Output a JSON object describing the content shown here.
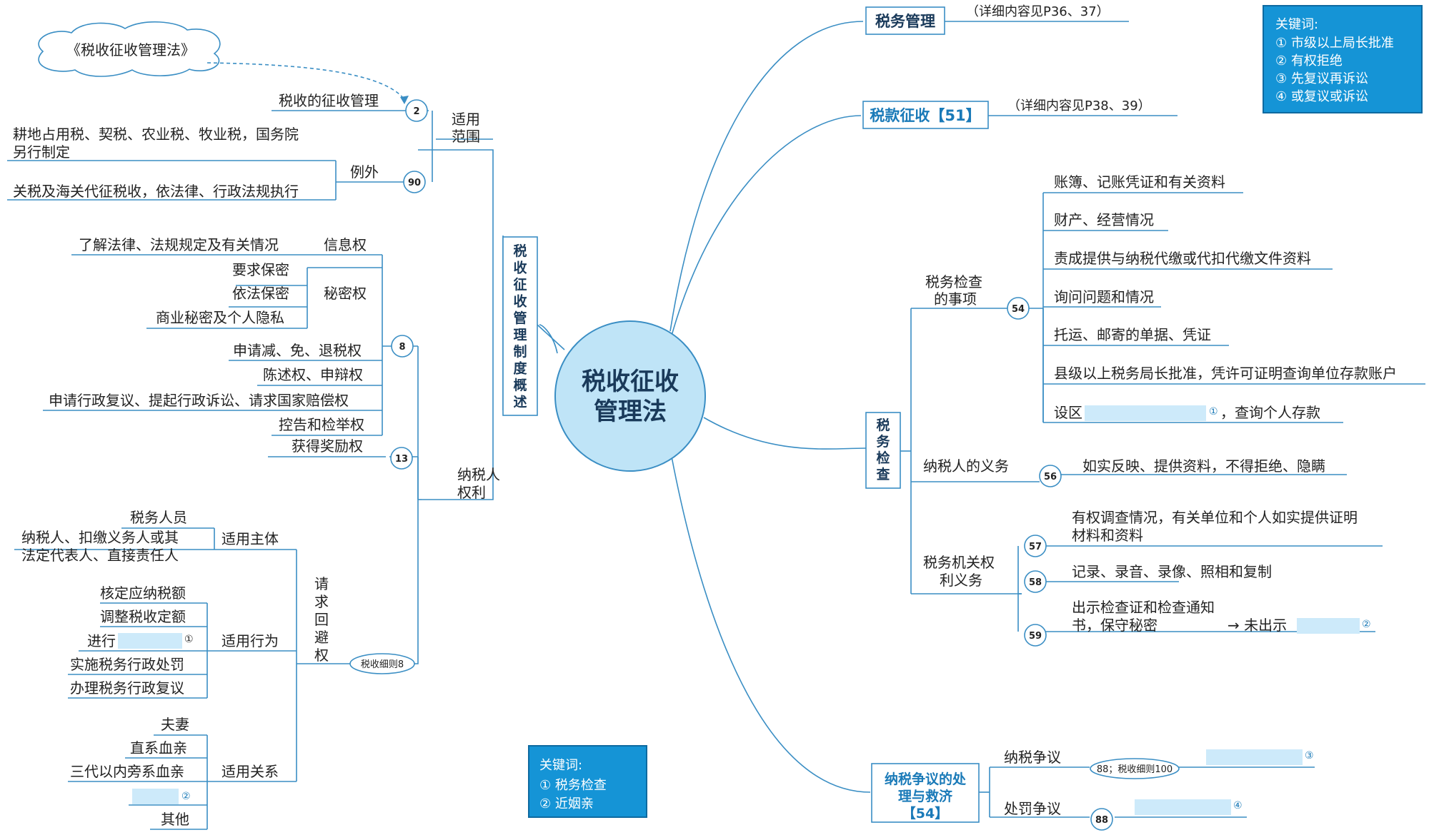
{
  "center": {
    "line1": "税收征收",
    "line2": "管理法"
  },
  "left": {
    "overview_title": [
      "税",
      "收",
      "征",
      "收",
      "管",
      "理",
      "制",
      "度",
      "概",
      "述"
    ],
    "cloud": "《税收征收管理法》",
    "scope": {
      "label1": "适用",
      "label2": "范围",
      "item1": "税收的征收管理",
      "num1": "2",
      "exception_label": "例外",
      "num2": "90",
      "ex1a": "耕地占用税、契税、农业税、牧业税，国务院",
      "ex1b": "另行制定",
      "ex2": "关税及海关代征税收，依法律、行政法规执行"
    },
    "rights": {
      "label1": "纳税人",
      "label2": "权利",
      "num8": "8",
      "num13": "13",
      "info_right": "信息权",
      "info_item": "了解法律、法规规定及有关情况",
      "secret_right": "秘密权",
      "secret1": "要求保密",
      "secret2": "依法保密",
      "secret3": "商业秘密及个人隐私",
      "r1": "申请减、免、退税权",
      "r2": "陈述权、申辩权",
      "r3": "申请行政复议、提起行政诉讼、请求国家赔偿权",
      "r4": "控告和检举权",
      "r5": "获得奖励权"
    },
    "recusal": {
      "title": [
        "请",
        "求",
        "回",
        "避",
        "权"
      ],
      "rule": "税收细则8",
      "subject_label": "适用主体",
      "s1": "税务人员",
      "s2a": "纳税人、扣缴义务人或其",
      "s2b": "法定代表人、直接责任人",
      "act_label": "适用行为",
      "a1": "核定应纳税额",
      "a2": "调整税收定额",
      "a3": "进行",
      "a3mark": "①",
      "a4": "实施税务行政处罚",
      "a5": "办理税务行政复议",
      "rel_label": "适用关系",
      "rel1": "夫妻",
      "rel2": "直系血亲",
      "rel3": "三代以内旁系血亲",
      "rel4mark": "②",
      "rel5": "其他"
    },
    "keywords": {
      "title": "关键词:",
      "k1": "① 税务检查",
      "k2": "② 近姻亲"
    }
  },
  "right": {
    "tax_mgmt": {
      "label": "税务管理",
      "note": "（详细内容见P36、37）"
    },
    "tax_collect": {
      "label": "税款征收【51】",
      "note": "（详细内容见P38、39）"
    },
    "inspection": {
      "title": [
        "税",
        "务",
        "检",
        "查"
      ],
      "matters_l1": "税务检查",
      "matters_l2": "的事项",
      "num54": "54",
      "m1": "账簿、记账凭证和有关资料",
      "m2": "财产、经营情况",
      "m3": "责成提供与纳税代缴或代扣代缴文件资料",
      "m4": "询问问题和情况",
      "m5": "托运、邮寄的单据、凭证",
      "m6": "县级以上税务局长批准，凭许可证明查询单位存款账户",
      "m7a": "设区",
      "m7mark": "①",
      "m7b": "，查询个人存款",
      "duty_label": "纳税人的义务",
      "num56": "56",
      "duty": "如实反映、提供资料，不得拒绝、隐瞒",
      "auth_l1": "税务机关权",
      "auth_l2": "利义务",
      "num57": "57",
      "num58": "58",
      "num59": "59",
      "au1a": "有权调查情况，有关单位和个人如实提供证明",
      "au1b": "材料和资料",
      "au2": "记录、录音、录像、照相和复制",
      "au3a": "出示检查证和检查通知",
      "au3b": "书，保守秘密",
      "au3c": "→ 未出示",
      "au3mark": "②"
    },
    "dispute": {
      "l1": "纳税争议的处",
      "l2": "理与救济",
      "l3": "【54】",
      "d1": "纳税争议",
      "d1num": "88；税收细则100",
      "d1mark": "③",
      "d2": "处罚争议",
      "d2num": "88",
      "d2mark": "④"
    },
    "keywords": {
      "title": "关键词:",
      "k1": "① 市级以上局长批准",
      "k2": "② 有权拒绝",
      "k3": "③ 先复议再诉讼",
      "k4": "④ 或复议或诉讼"
    }
  },
  "colors": {
    "line": "#3a8ec4",
    "fill": "#bfe4f7",
    "blank": "#cdeafa",
    "kwbox": "#1594d6"
  }
}
